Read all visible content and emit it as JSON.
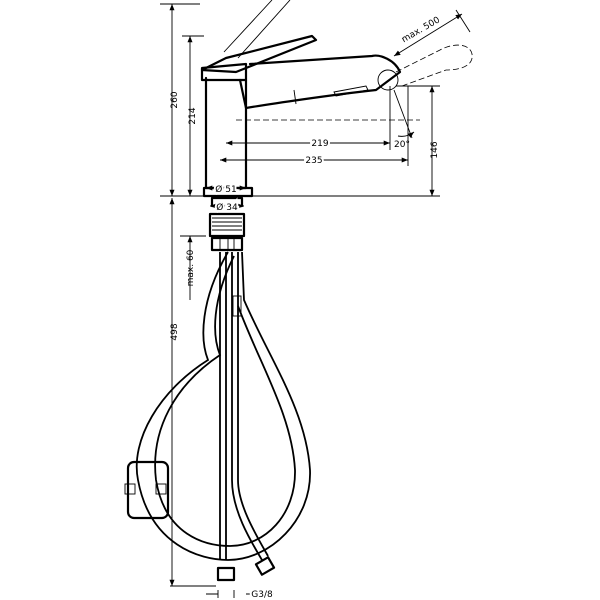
{
  "dimensions": {
    "total_height": "260",
    "body_height": "214",
    "reach_219": "219",
    "reach_235": "235",
    "pull_out": "max. 500",
    "spout_height": "146",
    "angle": "20°",
    "body_diameter": "Ø 51",
    "hole_diameter": "Ø 34",
    "max_thickness": "max. 60",
    "hose_length": "498",
    "connection": "G3/8"
  }
}
